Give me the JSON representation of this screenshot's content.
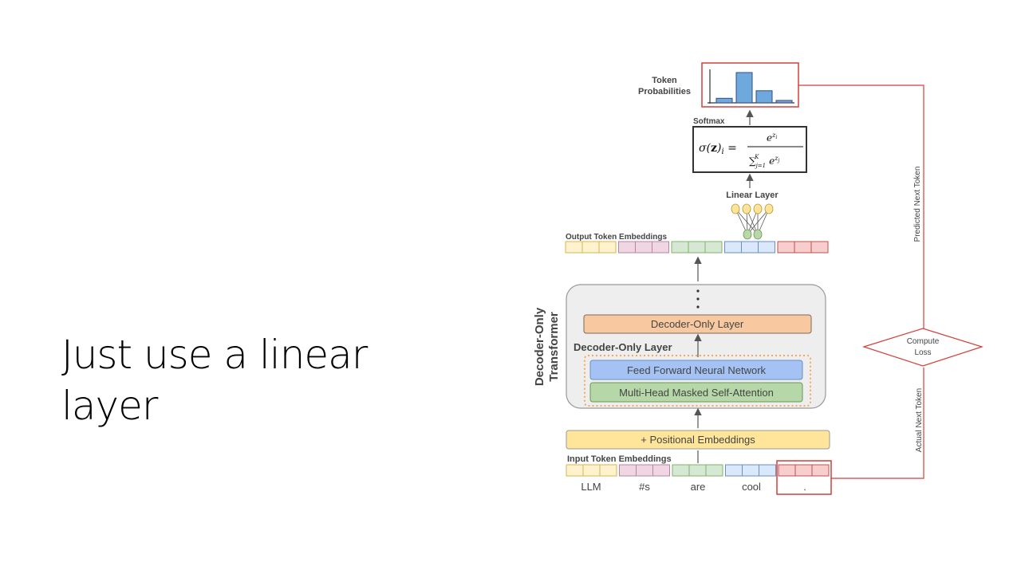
{
  "slide": {
    "title": "Just use a linear layer"
  },
  "diagram": {
    "token_probabilities_label": [
      "Token",
      "Probabilities"
    ],
    "softmax_label": "Softmax",
    "linear_layer_label": "Linear Layer",
    "output_embeddings_label": "Output Token Embeddings",
    "transformer_label": [
      "Decoder-Only",
      "Transformer"
    ],
    "decoder_layer_label": "Decoder-Only Layer",
    "inner_decoder_label": "Decoder-Only Layer",
    "ffnn_label": "Feed Forward Neural Network",
    "attention_label": "Multi-Head Masked Self-Attention",
    "positional_label": "+ Positional Embeddings",
    "input_embeddings_label": "Input Token Embeddings",
    "tokens": [
      "LLM",
      "#s",
      "are",
      "cool",
      "."
    ],
    "compute_loss_label": [
      "Compute",
      "Loss"
    ],
    "predicted_next_token_label": "Predicted Next Token",
    "actual_next_token_label": "Actual Next Token",
    "colors": {
      "yellow": "#fff2cc",
      "yellow_border": "#d6b656",
      "pink": "#f0d6e3",
      "pink_border": "#b685a0",
      "green": "#d5e8d4",
      "green_border": "#82b366",
      "blue": "#dae8fc",
      "blue_border": "#6c8ebf",
      "red": "#f8cecc",
      "red_border": "#b85450",
      "accent_red": "#d43f3a",
      "orange": "#f5a85e"
    },
    "token_probability_bars": [
      0.15,
      1.0,
      0.4,
      0.08
    ]
  }
}
